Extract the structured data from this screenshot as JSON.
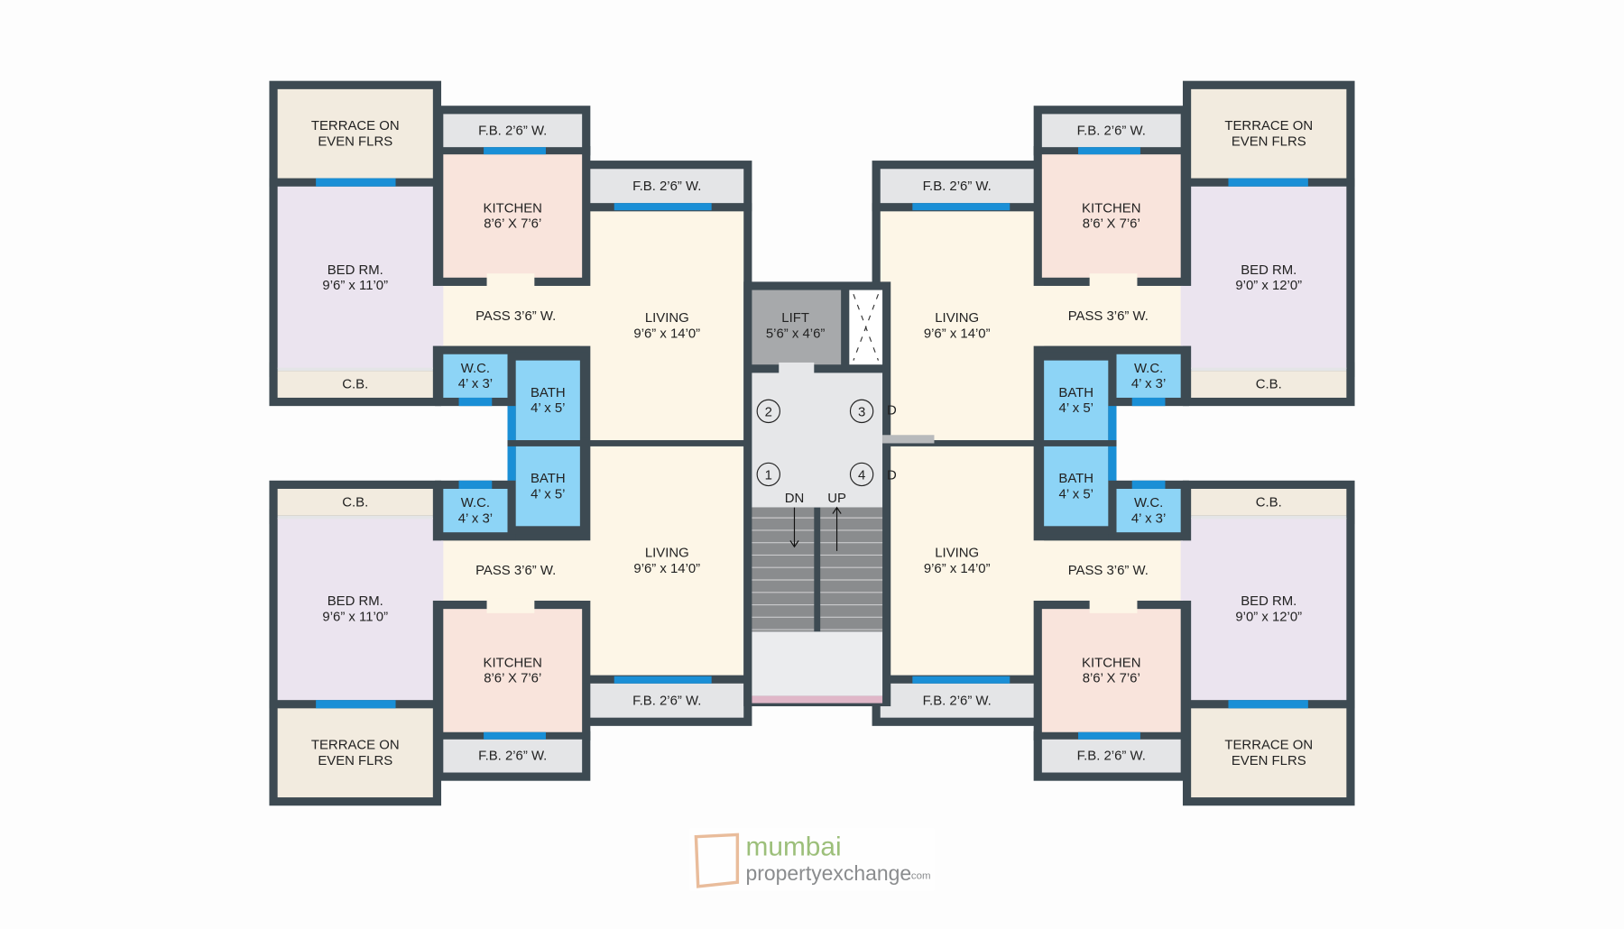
{
  "colors": {
    "wall": "#3d4a52",
    "window": "#1a8fd6",
    "terrace": "#f2ebdf",
    "bedroom": "#ebe4ef",
    "kitchen": "#f9e4dc",
    "living": "#fdf6e7",
    "balcony": "#e4e5e7",
    "wet": "#8dd4f6",
    "lift": "#a7a9ab",
    "lobby": "#e6e7e9",
    "stairs": "#8a8c8e"
  },
  "units": [
    {
      "position": "top-left",
      "rooms": {
        "terrace": [
          "TERRACE ON",
          "EVEN FLRS"
        ],
        "bed": [
          "BED RM.",
          "9’6” x 11’0”"
        ],
        "cb": [
          "C.B."
        ],
        "fbk": [
          "F.B. 2’6” W."
        ],
        "kitchen": [
          "KITCHEN",
          "8’6’ X 7’6’"
        ],
        "fbl": [
          "F.B. 2’6” W."
        ],
        "living": [
          "LIVING",
          "9’6” x 14’0”"
        ],
        "pass": [
          "PASS 3’6” W."
        ],
        "wc": [
          "W.C.",
          "4’ x 3’"
        ],
        "bath": [
          "BATH",
          "4’ x 5’"
        ]
      }
    },
    {
      "position": "bottom-left",
      "rooms": {
        "terrace": [
          "TERRACE ON",
          "EVEN FLRS"
        ],
        "bed": [
          "BED RM.",
          "9’6” x 11’0”"
        ],
        "cb": [
          "C.B."
        ],
        "fbk": [
          "F.B. 2’6” W."
        ],
        "kitchen": [
          "KITCHEN",
          "8’6’ X 7’6’"
        ],
        "fbl": [
          "F.B. 2’6” W."
        ],
        "living": [
          "LIVING",
          "9’6” x 14’0”"
        ],
        "pass": [
          "PASS 3’6” W."
        ],
        "wc": [
          "W.C.",
          "4’ x 3’"
        ],
        "bath": [
          "BATH",
          "4’ x 5’"
        ]
      }
    },
    {
      "position": "top-right",
      "rooms": {
        "terrace": [
          "TERRACE ON",
          "EVEN FLRS"
        ],
        "bed": [
          "BED RM.",
          "9’0” x 12’0”"
        ],
        "cb": [
          "C.B."
        ],
        "fbk": [
          "F.B. 2’6” W."
        ],
        "kitchen": [
          "KITCHEN",
          "8’6’ X 7’6’"
        ],
        "fbl": [
          "F.B. 2’6” W."
        ],
        "living": [
          "LIVING",
          "9’6” x 14’0”"
        ],
        "pass": [
          "PASS 3’6” W."
        ],
        "wc": [
          "W.C.",
          "4’ x 3’"
        ],
        "bath": [
          "BATH",
          "4’ x 5’"
        ]
      }
    },
    {
      "position": "bottom-right",
      "rooms": {
        "terrace": [
          "TERRACE ON",
          "EVEN FLRS"
        ],
        "bed": [
          "BED RM.",
          "9’0” x 12’0”"
        ],
        "cb": [
          "C.B."
        ],
        "fbk": [
          "F.B. 2’6” W."
        ],
        "kitchen": [
          "KITCHEN",
          "8’6’ X 7’6’"
        ],
        "fbl": [
          "F.B. 2’6” W."
        ],
        "living": [
          "LIVING",
          "9’6” x 14’0”"
        ],
        "pass": [
          "PASS 3’6” W."
        ],
        "wc": [
          "W.C.",
          "4’ x 3’"
        ],
        "bath": [
          "BATH",
          "4’ x 5’"
        ]
      }
    }
  ],
  "core": {
    "lift_name": "LIFT",
    "lift_size": "5’6” x 4’6”",
    "flat_numbers": [
      "2",
      "3",
      "1",
      "4"
    ],
    "door_marks": [
      "D",
      "D"
    ],
    "stairs_down": "DN",
    "stairs_up": "UP"
  },
  "watermark": {
    "line1": "mumbai",
    "line2": "propertyexchange",
    "suffix": ".com"
  }
}
